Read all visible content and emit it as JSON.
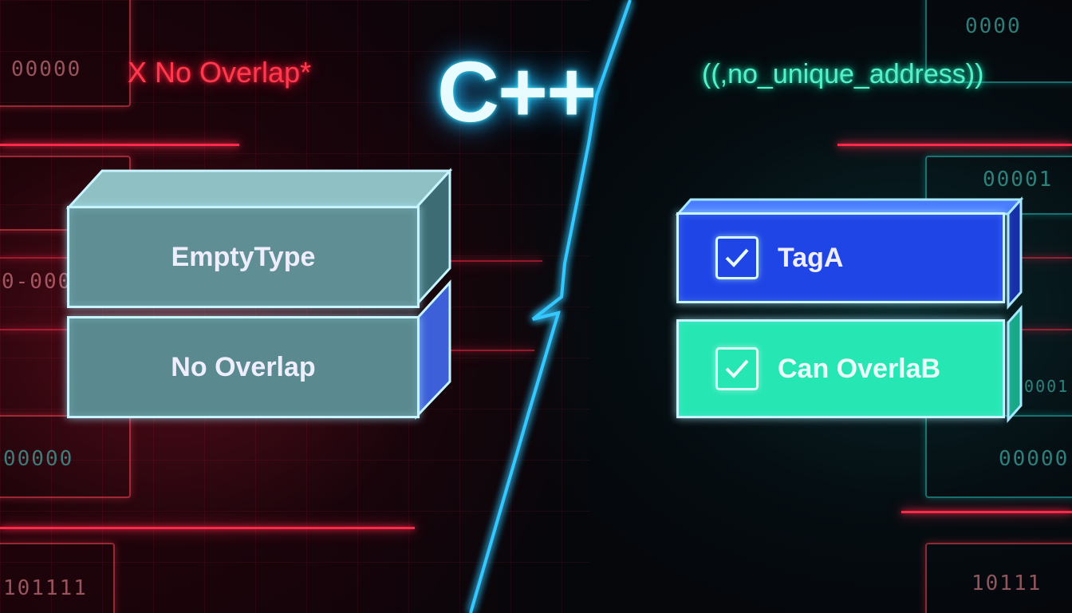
{
  "header": {
    "left_label": "X No Overlap*",
    "title": "C++",
    "right_label": "((,no_unique_address))"
  },
  "left_stack": {
    "blocks": [
      {
        "label": "EmptyType"
      },
      {
        "label": "No Overlap"
      }
    ]
  },
  "right_stack": {
    "blocks": [
      {
        "label": "TagA",
        "checked": true
      },
      {
        "label": "Can OverlaB",
        "checked": true
      }
    ]
  },
  "background_bits": {
    "left": [
      "00000",
      "0-000",
      "00000",
      "101111"
    ],
    "right": [
      "0000",
      "00001",
      "00001",
      "00000",
      "10111"
    ]
  },
  "colors": {
    "left_glow": "#ff2a4a",
    "right_glow": "#27d6c8",
    "divider": "#35c8ff",
    "left_block": "#5f8f95",
    "right_top_block": "#1f45e6",
    "right_bottom_block": "#26e6b4"
  }
}
